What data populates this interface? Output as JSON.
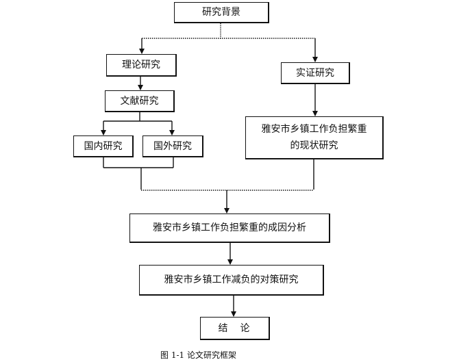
{
  "diagram": {
    "nodes": {
      "background": "研究背景",
      "theory": "理论研究",
      "empirical": "实证研究",
      "literature": "文献研究",
      "domestic": "国内研究",
      "foreign": "国外研究",
      "status_line1": "雅安市乡镇工作负担繁重",
      "status_line2": "的现状研究",
      "causes": "雅安市乡镇工作负担繁重的成因分析",
      "countermeasures": "雅安市乡镇工作减负的对策研究",
      "conclusion": "结　论"
    },
    "edges": [
      [
        "background",
        "theory"
      ],
      [
        "background",
        "empirical"
      ],
      [
        "theory",
        "literature"
      ],
      [
        "literature",
        "domestic"
      ],
      [
        "literature",
        "foreign"
      ],
      [
        "empirical",
        "status"
      ],
      [
        "domestic",
        "causes"
      ],
      [
        "foreign",
        "causes"
      ],
      [
        "status",
        "causes"
      ],
      [
        "causes",
        "countermeasures"
      ],
      [
        "countermeasures",
        "conclusion"
      ]
    ]
  },
  "caption": "图 1-1  论文研究框架"
}
